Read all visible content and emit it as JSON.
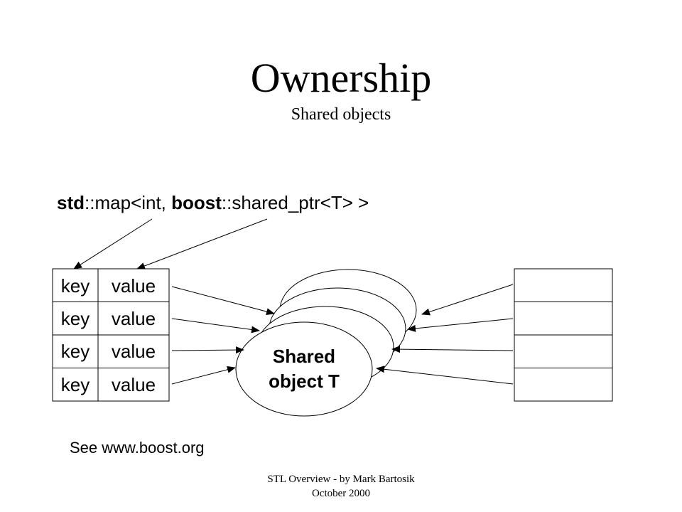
{
  "slide": {
    "title": "Ownership",
    "subtitle": "Shared objects"
  },
  "code": {
    "ns1": "std",
    "sep1": "::map<int, ",
    "ns2": "boost",
    "sep2": "::shared_ptr<T> >"
  },
  "map_table": {
    "rows": [
      {
        "key": "key",
        "value": "value"
      },
      {
        "key": "key",
        "value": "value"
      },
      {
        "key": "key",
        "value": "value"
      },
      {
        "key": "key",
        "value": "value"
      }
    ]
  },
  "shared_object": {
    "line1": "Shared",
    "line2": "object T"
  },
  "link_text": "See www.boost.org",
  "footer": {
    "line1": "STL Overview - by Mark Bartosik",
    "line2": "October 2000"
  }
}
